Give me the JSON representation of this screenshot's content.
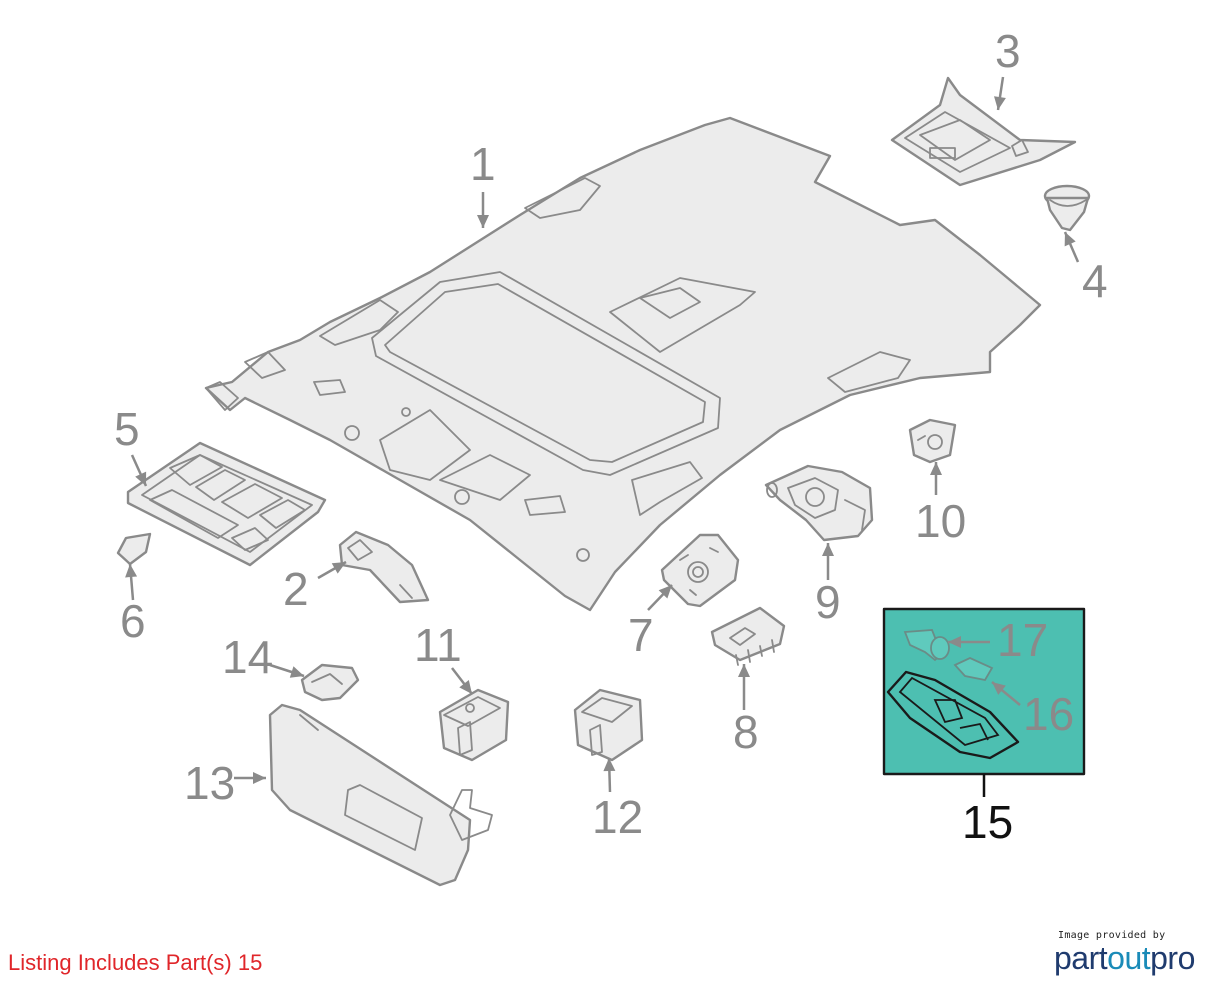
{
  "listing": {
    "text": "Listing Includes Part(s) 15"
  },
  "credit": {
    "line1": "Image provided by",
    "brand_part": "part",
    "brand_out": "out",
    "brand_pro": "pro"
  },
  "callouts": [
    "1",
    "2",
    "3",
    "4",
    "5",
    "6",
    "7",
    "8",
    "9",
    "10",
    "11",
    "12",
    "13",
    "14",
    "15",
    "16",
    "17"
  ],
  "highlight": {
    "fill_color": "#4dbfb1",
    "border_color": "#1a1a1a",
    "part_number": "15"
  },
  "colors": {
    "listing_red": "#e0262a",
    "brand_dark": "#1f3b6e",
    "brand_accent": "#1a8bb8",
    "line_gray": "#8a8a8a"
  }
}
